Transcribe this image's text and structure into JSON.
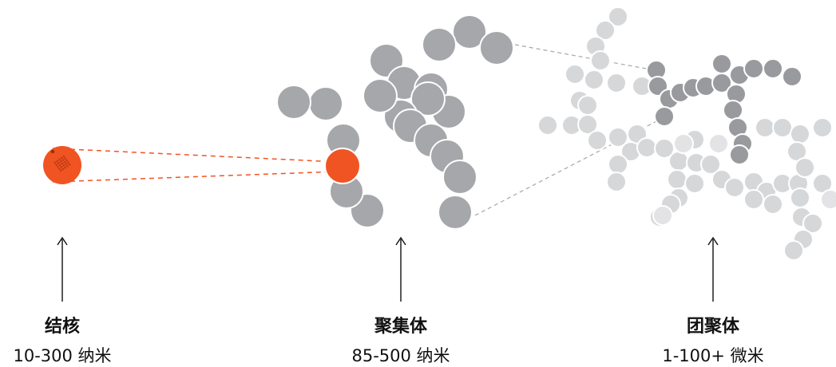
{
  "stages": [
    {
      "title": "结核",
      "size": "10-300 纳米"
    },
    {
      "title": "聚集体",
      "size": "85-500 纳米"
    },
    {
      "title": "团聚体",
      "size": "1-100+ 微米"
    }
  ],
  "colors": {
    "nucleus": "#f05423",
    "particle": "#a6a7aa",
    "particle_dark": "#999a9d",
    "particle_light": "#d6d7d9",
    "particle_faint": "#e3e3e5",
    "text": "#111111",
    "dash_red": "#f05423",
    "dash_gray": "#a6a7aa"
  }
}
